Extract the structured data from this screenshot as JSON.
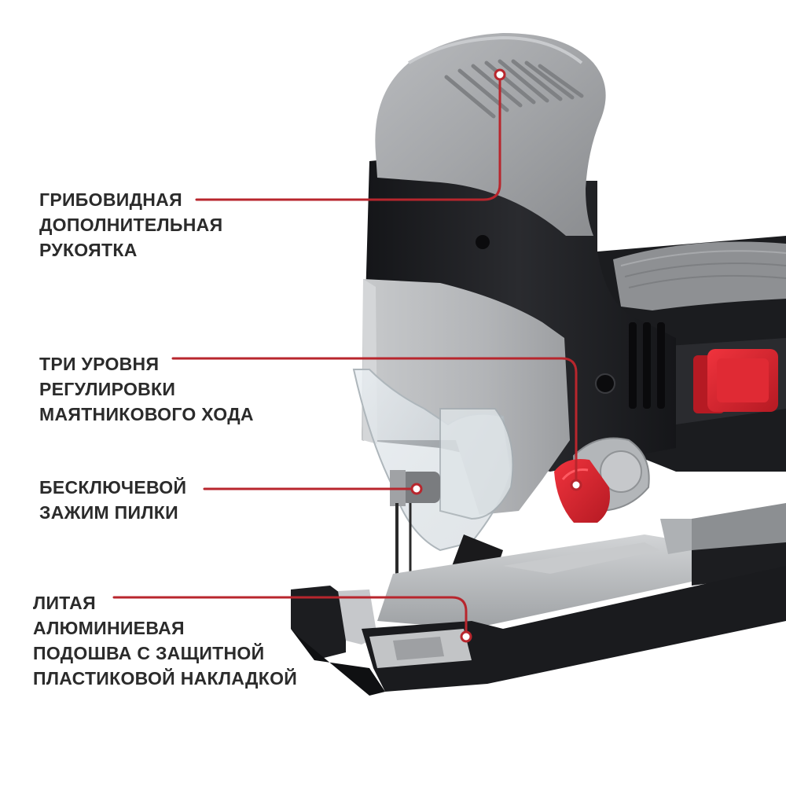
{
  "callouts": [
    {
      "lines": [
        "ГРИБОВИДНАЯ",
        "ДОПОЛНИТЕЛЬНАЯ",
        "РУКОЯТКА"
      ]
    },
    {
      "lines": [
        "ТРИ УРОВНЯ",
        "РЕГУЛИРОВКИ",
        "МАЯТНИКОВОГО ХОДА"
      ]
    },
    {
      "lines": [
        "БЕСКЛЮЧЕВОЙ",
        "ЗАЖИМ ПИЛКИ"
      ]
    },
    {
      "lines": [
        "ЛИТАЯ",
        "АЛЮМИНИЕВАЯ",
        "ПОДОШВА С ЗАЩИТНОЙ",
        "ПЛАСТИКОВОЙ НАКЛАДКОЙ"
      ]
    }
  ],
  "colors": {
    "callout_line": "#b8262d",
    "text": "#2b2b2b",
    "body_black": "#1e1f22",
    "body_grey": "#9a9c9f",
    "accent_red": "#d8232e",
    "metal": "#b9bcbf"
  }
}
